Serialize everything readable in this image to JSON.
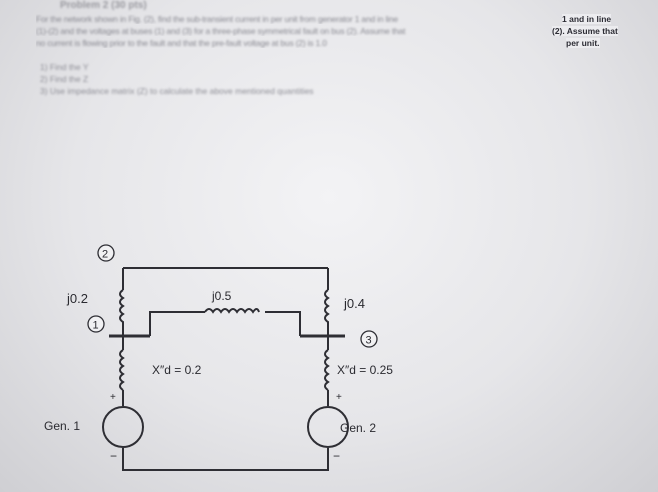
{
  "problem": {
    "title": "Problem 2 (30 pts)",
    "line1": "For the network shown in Fig. (2), find the sub-transient current in per unit from generator 1 and in line",
    "line1_end": "1 and in line",
    "line2": "(1)-(2) and the voltages at buses (1) and (3) for a three-phase symmetrical fault on bus (2). Assume that",
    "line2_end": "(2). Assume that",
    "line3": "no current is flowing prior to the fault and that the pre-fault voltage at bus (2) is 1.0",
    "line3_end": "per unit.",
    "items": [
      "1) Find the Y",
      "2) Find the Z",
      "3) Use impedance matrix (Z) to calculate the above mentioned quantities"
    ]
  },
  "circuit": {
    "bus2": "2",
    "bus1": "1",
    "bus3": "3",
    "line12": "j0.2",
    "line13": "j0.5",
    "line23": "j0.4",
    "gen1_x": "X″d = 0.2",
    "gen2_x": "X″d = 0.25",
    "gen1": "Gen. 1",
    "gen2": "Gen. 2",
    "plus": "+",
    "minus": "−"
  }
}
